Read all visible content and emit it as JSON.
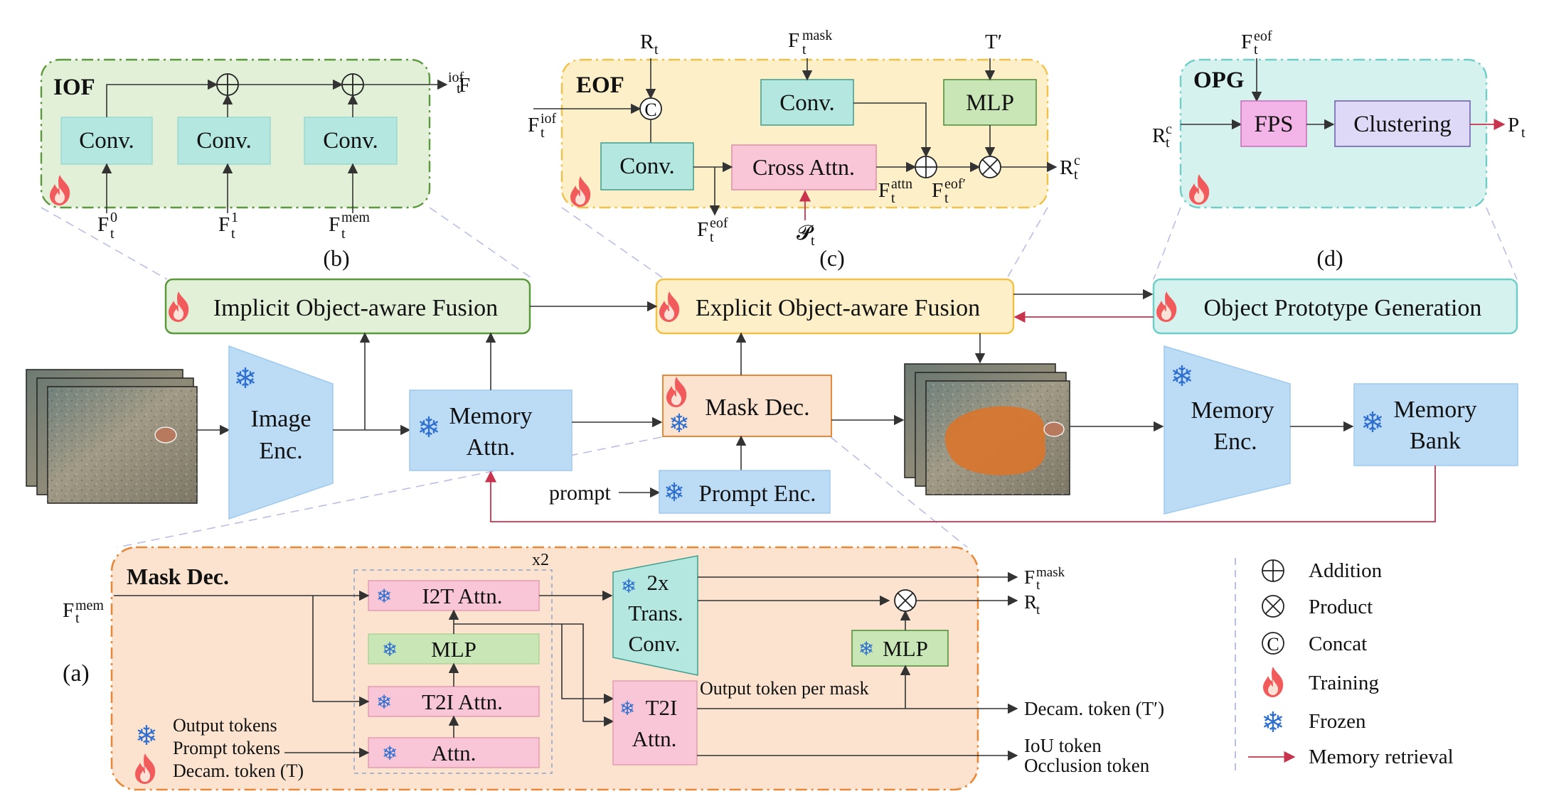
{
  "iof": {
    "tag": "IOF",
    "conv": "Conv.",
    "out": "F",
    "out_sup": "iof",
    "in0": "F",
    "in0_sup": "0",
    "in1": "F",
    "in1_sup": "1",
    "in2": "F",
    "in2_sup": "mem",
    "caption": "(b)"
  },
  "eof": {
    "tag": "EOF",
    "rt": "R",
    "rt_sub": "t",
    "fmask": "F",
    "fmask_sup": "mask",
    "tprime": "T′",
    "concat": "C",
    "iof_in": "F",
    "iof_sup": "iof",
    "conv": "Conv.",
    "cross": "Cross Attn.",
    "mlp": "MLP",
    "feof": "F",
    "feof_sup": "eof",
    "pt": "𝓟",
    "pt_sub": "t",
    "fattn": "F",
    "fattn_sup": "attn",
    "feofp": "F",
    "feofp_sup": "eof′",
    "rc": "R",
    "rc_sup": "c",
    "caption": "(c)"
  },
  "opg": {
    "tag": "OPG",
    "in_top": "F",
    "in_top_sup": "eof",
    "rc": "R",
    "rc_sup": "c",
    "fps": "FPS",
    "cluster": "Clustering",
    "out": "P",
    "out_sub": "t",
    "caption": "(d)"
  },
  "main": {
    "implicit": "Implicit Object-aware Fusion",
    "explicit": "Explicit Object-aware Fusion",
    "opg": "Object Prototype Generation",
    "image_enc": [
      "Image",
      "Enc."
    ],
    "mem_attn": [
      "Memory",
      "Attn."
    ],
    "mask_dec": "Mask Dec.",
    "prompt": "prompt",
    "prompt_enc": "Prompt Enc.",
    "mem_enc": [
      "Memory",
      "Enc."
    ],
    "mem_bank": [
      "Memory",
      "Bank"
    ]
  },
  "maskdec": {
    "tag": "Mask Dec.",
    "caption": "(a)",
    "fmem": "F",
    "fmem_sup": "mem",
    "x2": "x2",
    "i2t": "I2T Attn.",
    "mlp": "MLP",
    "t2i": "T2I Attn.",
    "attn": "Attn.",
    "trans": [
      "2x",
      "Trans.",
      "Conv."
    ],
    "t2i2": [
      "T2I",
      "Attn."
    ],
    "mlp2": "MLP",
    "fmask": "F",
    "fmask_sup": "mask",
    "rt": "R",
    "rt_sub": "t",
    "out_per_mask": "Output token per mask",
    "decam_out": "Decam. token (T′)",
    "iou": "IoU token",
    "occ": "Occlusion token",
    "tok1": "Output tokens",
    "tok2": "Prompt tokens",
    "tok3": "Decam. token (T)"
  },
  "legend": {
    "add": "Addition",
    "prod": "Product",
    "concat": "Concat",
    "train": "Training",
    "frozen": "Frozen",
    "mem": "Memory retrieval"
  },
  "colors": {
    "green_panel": "#e3f0d8",
    "green_border": "#5a9a3c",
    "yellow_panel": "#fdf0c9",
    "yellow_border": "#f0c24a",
    "teal_panel": "#d6f2ef",
    "teal_border": "#6fcfc8",
    "orange_panel": "#fbe3cf",
    "orange_border": "#e8893a",
    "blue_block": "#bcdcf6",
    "conv_teal": "#b3e7e0",
    "pink": "#f8c6d6",
    "mlp_green": "#c9e6b7",
    "lavender": "#ddd9f7",
    "memory_red": "#c8334d"
  }
}
